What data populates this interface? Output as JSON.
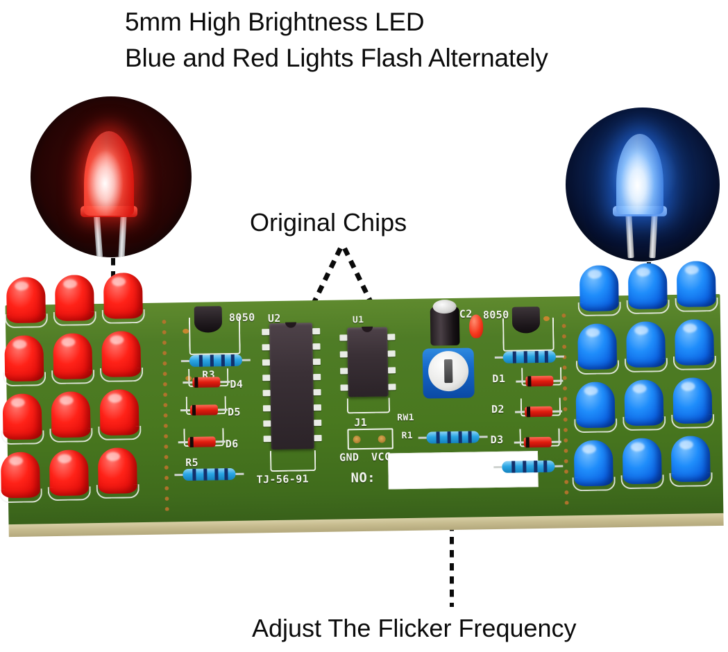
{
  "headline": {
    "line1": "5mm High Brightness LED",
    "line2": "Blue and Red Lights Flash Alternately"
  },
  "callouts": {
    "chips": "Original Chips",
    "frequency": "Adjust The Flicker Frequency"
  },
  "hero_leds": [
    {
      "name": "red-led-closeup",
      "color": "#ff2218",
      "glow": "#ff4a3c"
    },
    {
      "name": "blue-led-closeup",
      "color": "#1f8dfb",
      "glow": "#4aa3ff"
    }
  ],
  "pcb": {
    "color": "#49781f",
    "edge_color": "#c6bb8e",
    "silkscreen": [
      {
        "id": "q-left-8050",
        "text": "8050"
      },
      {
        "id": "u2",
        "text": "U2"
      },
      {
        "id": "r3",
        "text": "R3"
      },
      {
        "id": "d4",
        "text": "D4"
      },
      {
        "id": "d5",
        "text": "D5"
      },
      {
        "id": "d6",
        "text": "D6"
      },
      {
        "id": "r5",
        "text": "R5"
      },
      {
        "id": "board-code",
        "text": "TJ-56-91"
      },
      {
        "id": "u1",
        "text": "U1"
      },
      {
        "id": "j1",
        "text": "J1"
      },
      {
        "id": "gnd",
        "text": "GND"
      },
      {
        "id": "vcc",
        "text": "VCC"
      },
      {
        "id": "serial",
        "text": "NO:"
      },
      {
        "id": "rw1",
        "text": "RW1"
      },
      {
        "id": "r1",
        "text": "R1"
      },
      {
        "id": "c2",
        "text": "C2"
      },
      {
        "id": "q-right-8050",
        "text": "8050"
      },
      {
        "id": "d1",
        "text": "D1"
      },
      {
        "id": "d2",
        "text": "D2"
      },
      {
        "id": "d3",
        "text": "D3"
      }
    ],
    "led_array_red": {
      "columns": 3,
      "rows": 4,
      "color": "#ff2218"
    },
    "led_array_blue": {
      "columns": 3,
      "rows": 4,
      "color": "#1f8dfb"
    }
  }
}
